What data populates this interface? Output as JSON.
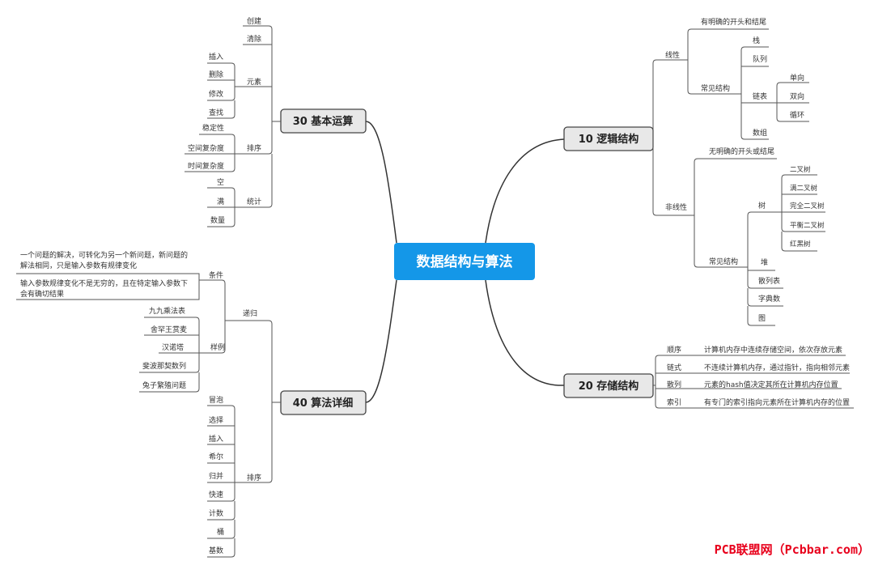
{
  "center": "数据结构与算法",
  "watermark": "PCB联盟网（Pcbbar.com）",
  "branches": {
    "logic": "10 逻辑结构",
    "storage": "20 存储结构",
    "basic": "30 基本运算",
    "algo": "40 算法详细"
  },
  "logic": {
    "linear": "线性",
    "linear_desc": "有明确的开头和结尾",
    "common": "常见结构",
    "stack": "栈",
    "queue": "队列",
    "linked": "链表",
    "single": "单向",
    "double": "双向",
    "loop": "循环",
    "array": "数组",
    "nonlinear": "非线性",
    "nonlinear_desc": "无明确的开头或结尾",
    "common2": "常见结构",
    "tree": "树",
    "tree_items": [
      "二叉树",
      "满二叉树",
      "完全二叉树",
      "平衡二叉树",
      "红黑树"
    ],
    "heap": "堆",
    "hash": "散列表",
    "trie": "字典数",
    "graph": "图"
  },
  "storage": {
    "rows": [
      {
        "k": "顺序",
        "v": "计算机内存中连续存储空间，依次存放元素"
      },
      {
        "k": "链式",
        "v": "不连续计算机内存，通过指针，指向相邻元素"
      },
      {
        "k": "散列",
        "v": "元素的hash值决定其所在计算机内存位置"
      },
      {
        "k": "索引",
        "v": "有专门的索引指向元素所在计算机内存的位置"
      }
    ]
  },
  "basic": {
    "create": "创建",
    "clear": "清除",
    "element": "元素",
    "insert": "插入",
    "delete": "删除",
    "modify": "修改",
    "find": "查找",
    "sort": "排序",
    "stability": "稳定性",
    "space": "空间复杂度",
    "time": "时间复杂度",
    "stat": "统计",
    "empty": "空",
    "full": "满",
    "count": "数量"
  },
  "algo": {
    "recursion": "递归",
    "condition": "条件",
    "cond1": "一个问题的解决，可转化为另一个新问题，新问题的解法相同，只是输入参数有规律变化",
    "cond1_line1": "一个问题的解决，可转化为另一个新问题，新问题的",
    "cond1_line2": "解法相同，只是输入参数有规律变化",
    "cond2_line1": "输入参数规律变化不是无穷的，且在特定输入参数下",
    "cond2_line2": "会有确切结果",
    "example": "样例",
    "examples": [
      "九九乘法表",
      "舍罕王赏麦",
      "汉诺塔",
      "斐波那契数列",
      "兔子繁殖问题"
    ],
    "sort": "排序",
    "sorts": [
      "冒泡",
      "选择",
      "插入",
      "希尔",
      "归并",
      "快速",
      "计数",
      "桶",
      "基数"
    ]
  }
}
